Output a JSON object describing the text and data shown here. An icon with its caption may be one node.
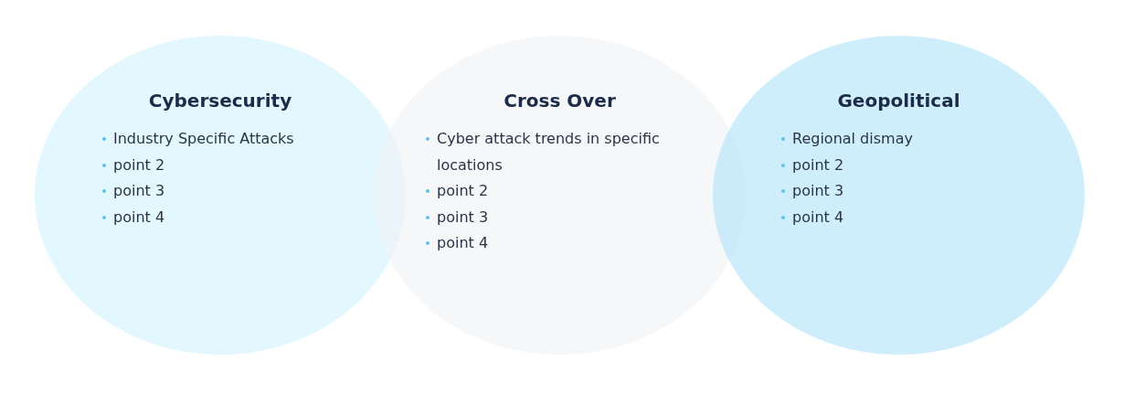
{
  "diagram": {
    "nodes": [
      {
        "text": [
          "Cybersecurity",
          "Industry Specific Attacks",
          "point 2",
          "point 3",
          "point 4"
        ]
      },
      {
        "text": [
          "Cross Over",
          "Cyber attack trends in specific locations",
          "point 2",
          "point 3",
          "point 4"
        ]
      },
      {
        "text": [
          "Geopolitical",
          "Regional dismay",
          "point 2",
          "point 3",
          "point 4"
        ]
      }
    ]
  }
}
